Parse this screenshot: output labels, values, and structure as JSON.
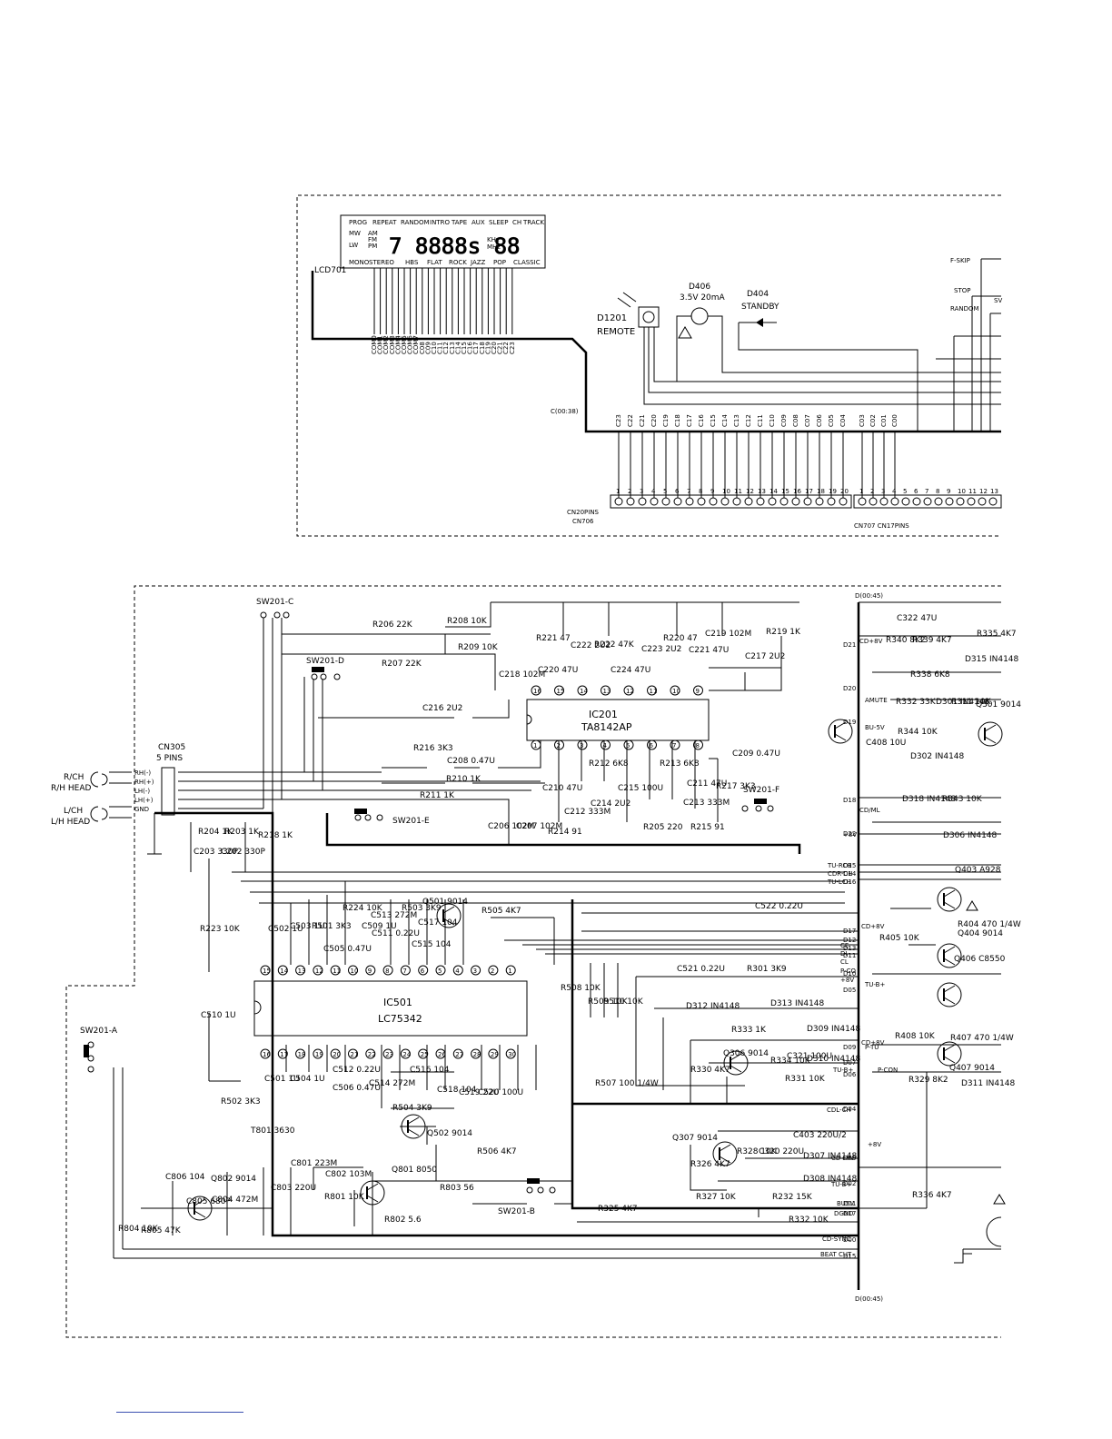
{
  "lcd": {
    "ref": "LCD701",
    "top_labels": [
      "PROG",
      "REPEAT",
      "RANDOM",
      "INTRO",
      "TAPE",
      "AUX",
      "SLEEP",
      "CH",
      "TRACK"
    ],
    "left_labels": [
      "MW",
      "AM",
      "FM",
      "LW",
      "PM"
    ],
    "digits": "7 8888s 88",
    "freq_units": [
      "KHz",
      "MHz"
    ],
    "bottom_labels": [
      "MONO",
      "STEREO",
      "HBS",
      "FLAT",
      "ROCK",
      "JAZZ",
      "POP",
      "CLASSIC"
    ],
    "segment_pins": [
      "COM0",
      "COM1",
      "COM2",
      "COM3",
      "COM4",
      "COM5",
      "COM6",
      "COM7",
      "C08",
      "C09",
      "C10",
      "C11",
      "C12",
      "C13",
      "C14",
      "C15",
      "C16",
      "C17",
      "C18",
      "C19",
      "C20",
      "C21",
      "C22",
      "C23"
    ]
  },
  "top": {
    "bus_label": "C(00:38)",
    "remote": {
      "ref": "D1201",
      "name": "REMOTE"
    },
    "led1": {
      "ref": "D406",
      "rating": "3.5V 20mA"
    },
    "led2": {
      "ref": "D404",
      "name": "STANDBY"
    },
    "switches": [
      "F-SKIP",
      "STOP",
      "RANDOM"
    ],
    "sw_partial": "SV",
    "bus_pins": [
      "C23",
      "C22",
      "C21",
      "C20",
      "C19",
      "C18",
      "C17",
      "C16",
      "C15",
      "C14",
      "C13",
      "C12",
      "C11",
      "C10",
      "C09",
      "C08",
      "C07",
      "C06",
      "C05",
      "C04",
      "C03",
      "C02",
      "C01",
      "C00"
    ],
    "cn706": {
      "line1": "CN20PINS",
      "line2": "CN706"
    },
    "cn707": "CN707  CN17PINS",
    "pin_nums_a": [
      "1",
      "2",
      "3",
      "4",
      "5",
      "6",
      "7",
      "8",
      "9",
      "10",
      "11",
      "12",
      "13",
      "14",
      "15",
      "16",
      "17",
      "18",
      "19",
      "20"
    ],
    "pin_nums_b": [
      "1",
      "2",
      "3",
      "4",
      "5",
      "6",
      "7",
      "8",
      "9",
      "10",
      "11",
      "12",
      "13"
    ]
  },
  "bottom": {
    "bus_top": "D(00:45)",
    "bus_bottom": "D(00:45)",
    "sw201c": "SW201-C",
    "sw201d": "SW201-D",
    "sw201e": "SW201-E",
    "sw201f": "SW201-F",
    "sw201a": "SW201-A",
    "sw201b": "SW201-B",
    "cn305": {
      "ref": "CN305",
      "pins": "5 PINS",
      "pin_names": [
        "RH(-)",
        "RH(+)",
        "LH(-)",
        "LH(+)",
        "GND"
      ]
    },
    "heads": [
      {
        "ch": "R/CH",
        "name": "R/H HEAD"
      },
      {
        "ch": "L/CH",
        "name": "L/H HEAD"
      }
    ],
    "ic201": {
      "ref": "IC201",
      "part": "TA8142AP",
      "top_pins": [
        "16",
        "15",
        "14",
        "13",
        "12",
        "11",
        "10",
        "9"
      ],
      "bottom_pins": [
        "1",
        "2",
        "3",
        "4",
        "5",
        "6",
        "7",
        "8"
      ]
    },
    "ic501": {
      "ref": "IC501",
      "part": "LC75342",
      "top_pins": [
        "15",
        "14",
        "13",
        "12",
        "11",
        "10",
        "9",
        "8",
        "7",
        "6",
        "5",
        "4",
        "3",
        "2",
        "1"
      ],
      "bottom_pins": [
        "16",
        "17",
        "18",
        "19",
        "20",
        "21",
        "22",
        "23",
        "24",
        "25",
        "26",
        "27",
        "28",
        "29",
        "30"
      ]
    },
    "parts": [
      {
        "ref": "R206",
        "val": "22K"
      },
      {
        "ref": "R208",
        "val": "10K"
      },
      {
        "ref": "R209",
        "val": "10K"
      },
      {
        "ref": "R207",
        "val": "22K"
      },
      {
        "ref": "R221",
        "val": "47"
      },
      {
        "ref": "R222",
        "val": "47K"
      },
      {
        "ref": "R220",
        "val": "47"
      },
      {
        "ref": "R219",
        "val": "1K"
      },
      {
        "ref": "C218",
        "val": "102M"
      },
      {
        "ref": "C220",
        "val": "47U"
      },
      {
        "ref": "C222",
        "val": "2U2"
      },
      {
        "ref": "C224",
        "val": "47U"
      },
      {
        "ref": "C223",
        "val": "2U2"
      },
      {
        "ref": "C221",
        "val": "47U"
      },
      {
        "ref": "C219",
        "val": "102M"
      },
      {
        "ref": "C217",
        "val": "2U2"
      },
      {
        "ref": "C216",
        "val": "2U2"
      },
      {
        "ref": "R216",
        "val": "3K3"
      },
      {
        "ref": "C208",
        "val": "0.47U"
      },
      {
        "ref": "R210",
        "val": "1K"
      },
      {
        "ref": "R211",
        "val": "1K"
      },
      {
        "ref": "R212",
        "val": "6K8"
      },
      {
        "ref": "R213",
        "val": "6K8"
      },
      {
        "ref": "C209",
        "val": "0.47U"
      },
      {
        "ref": "C210",
        "val": "47U"
      },
      {
        "ref": "C212",
        "val": "333M"
      },
      {
        "ref": "C214",
        "val": "2U2"
      },
      {
        "ref": "C215",
        "val": "100U"
      },
      {
        "ref": "C211",
        "val": "47U"
      },
      {
        "ref": "C213",
        "val": "333M"
      },
      {
        "ref": "R217",
        "val": "3K3"
      },
      {
        "ref": "C206",
        "val": "102M"
      },
      {
        "ref": "C207",
        "val": "102M"
      },
      {
        "ref": "R214",
        "val": "91"
      },
      {
        "ref": "R205",
        "val": "220"
      },
      {
        "ref": "R215",
        "val": "91"
      },
      {
        "ref": "R204",
        "val": "1K"
      },
      {
        "ref": "R203",
        "val": "1K"
      },
      {
        "ref": "R218",
        "val": "1K"
      },
      {
        "ref": "C203",
        "val": "330P"
      },
      {
        "ref": "C202",
        "val": "330P"
      },
      {
        "ref": "R223",
        "val": "10K"
      },
      {
        "ref": "C510",
        "val": "1U"
      },
      {
        "ref": "C502",
        "val": "1U"
      },
      {
        "ref": "C503",
        "val": "1U"
      },
      {
        "ref": "R501",
        "val": "3K3"
      },
      {
        "ref": "C505",
        "val": "0.47U"
      },
      {
        "ref": "R224",
        "val": "10K"
      },
      {
        "ref": "C509",
        "val": "1U"
      },
      {
        "ref": "C513",
        "val": "272M"
      },
      {
        "ref": "C511",
        "val": "0.22U"
      },
      {
        "ref": "R503",
        "val": "3K9"
      },
      {
        "ref": "C517",
        "val": "104"
      },
      {
        "ref": "C515",
        "val": "104"
      },
      {
        "ref": "Q501",
        "val": "9014"
      },
      {
        "ref": "R505",
        "val": "4K7"
      },
      {
        "ref": "C522",
        "val": "0.22U"
      },
      {
        "ref": "C521",
        "val": "0.22U"
      },
      {
        "ref": "R301",
        "val": "3K9"
      },
      {
        "ref": "R508",
        "val": "10K"
      },
      {
        "ref": "R509",
        "val": "10K"
      },
      {
        "ref": "R510",
        "val": "10K"
      },
      {
        "ref": "C501",
        "val": "1U"
      },
      {
        "ref": "C504",
        "val": "1U"
      },
      {
        "ref": "C512",
        "val": "0.22U"
      },
      {
        "ref": "C506",
        "val": "0.47U"
      },
      {
        "ref": "C514",
        "val": "272M"
      },
      {
        "ref": "C516",
        "val": "104"
      },
      {
        "ref": "C518",
        "val": "104"
      },
      {
        "ref": "R504",
        "val": "3K9"
      },
      {
        "ref": "C519",
        "val": "22U"
      },
      {
        "ref": "C520",
        "val": "100U"
      },
      {
        "ref": "R507",
        "val": "100 1/4W"
      },
      {
        "ref": "R502",
        "val": "3K3"
      },
      {
        "ref": "Q502",
        "val": "9014"
      },
      {
        "ref": "R506",
        "val": "4K7"
      },
      {
        "ref": "R803",
        "val": "56"
      },
      {
        "ref": "R325",
        "val": "4K7"
      },
      {
        "ref": "T801",
        "val": "3630"
      },
      {
        "ref": "C801",
        "val": "223M"
      },
      {
        "ref": "C802",
        "val": "103M"
      },
      {
        "ref": "C803",
        "val": "220U"
      },
      {
        "ref": "R801",
        "val": "10K"
      },
      {
        "ref": "Q801",
        "val": "8050"
      },
      {
        "ref": "R802",
        "val": "5.6"
      },
      {
        "ref": "C805",
        "val": "680P"
      },
      {
        "ref": "C804",
        "val": "472M"
      },
      {
        "ref": "C806",
        "val": "104"
      },
      {
        "ref": "Q802",
        "val": "9014"
      },
      {
        "ref": "R805",
        "val": "47K"
      },
      {
        "ref": "R804",
        "val": "10K"
      },
      {
        "ref": "C322",
        "val": "47U"
      },
      {
        "ref": "R340",
        "val": "8K2"
      },
      {
        "ref": "R339",
        "val": "4K7"
      },
      {
        "ref": "R335",
        "val": "4K7"
      },
      {
        "ref": "R338",
        "val": "6K8"
      },
      {
        "ref": "D315",
        "val": "IN4148"
      },
      {
        "ref": "R332",
        "val": "33K"
      },
      {
        "ref": "D301",
        "val": "IN4148"
      },
      {
        "ref": "R311",
        "val": "10K"
      },
      {
        "ref": "Q301",
        "val": "9014"
      },
      {
        "ref": "C408",
        "val": "10U"
      },
      {
        "ref": "R344",
        "val": "10K"
      },
      {
        "ref": "D302",
        "val": "IN4148"
      },
      {
        "ref": "D318",
        "val": "IN4148"
      },
      {
        "ref": "R343",
        "val": "10K"
      },
      {
        "ref": "D306",
        "val": "IN4148"
      },
      {
        "ref": "Q403",
        "val": "A928"
      },
      {
        "ref": "R404",
        "val": "470 1/4W"
      },
      {
        "ref": "R405",
        "val": "10K"
      },
      {
        "ref": "Q404",
        "val": "9014"
      },
      {
        "ref": "Q406",
        "val": "C8550"
      },
      {
        "ref": "R407",
        "val": "470 1/4W"
      },
      {
        "ref": "R408",
        "val": "10K"
      },
      {
        "ref": "Q407",
        "val": "9014"
      },
      {
        "ref": "D312",
        "val": "IN4148"
      },
      {
        "ref": "D313",
        "val": "IN4148"
      },
      {
        "ref": "R333",
        "val": "1K"
      },
      {
        "ref": "D309",
        "val": "IN4148"
      },
      {
        "ref": "D310",
        "val": "IN4148"
      },
      {
        "ref": "Q306",
        "val": "9014"
      },
      {
        "ref": "R334",
        "val": "10K"
      },
      {
        "ref": "C321",
        "val": "100U"
      },
      {
        "ref": "R330",
        "val": "4K7"
      },
      {
        "ref": "R331",
        "val": "10K"
      },
      {
        "ref": "D311",
        "val": "IN4148"
      },
      {
        "ref": "R329",
        "val": "8K2"
      },
      {
        "ref": "R336",
        "val": "4K7"
      },
      {
        "ref": "Q307",
        "val": "9014"
      },
      {
        "ref": "R328",
        "val": "10K"
      },
      {
        "ref": "C320",
        "val": "220U"
      },
      {
        "ref": "R326",
        "val": "4K7"
      },
      {
        "ref": "R327",
        "val": "10K"
      },
      {
        "ref": "D307",
        "val": "IN4148"
      },
      {
        "ref": "D308",
        "val": "IN4148"
      },
      {
        "ref": "R232",
        "val": "15K"
      },
      {
        "ref": "R332b",
        "val": "10K"
      },
      {
        "ref": "C403",
        "val": "220U/2"
      }
    ],
    "bus_pins": [
      "D21",
      "D20",
      "D19",
      "D18",
      "D22",
      "D15",
      "D14",
      "D16",
      "D17",
      "D12",
      "D13",
      "D11",
      "D10",
      "D05",
      "D09",
      "D07",
      "D06",
      "D04",
      "D03",
      "D02",
      "D01",
      "D17",
      "D00",
      "D15"
    ],
    "bus_signals": [
      "CD+8V",
      "AMUTE",
      "BU-5V",
      "CD/ML",
      "+8V",
      "TU-RCH",
      "CDR-CH",
      "TU-LCH",
      "CD+8V",
      "CE",
      "DI",
      "CL",
      "P-CO",
      "+8V",
      "TU-B+",
      "CD+8V",
      "P-TU",
      "TU-B+",
      "P-CON",
      "CDL-CH",
      "+8V",
      "CD+8V",
      "TU-B+",
      "BU5V",
      "DGND",
      "CD-SYNC",
      "BEAT CUT"
    ]
  }
}
